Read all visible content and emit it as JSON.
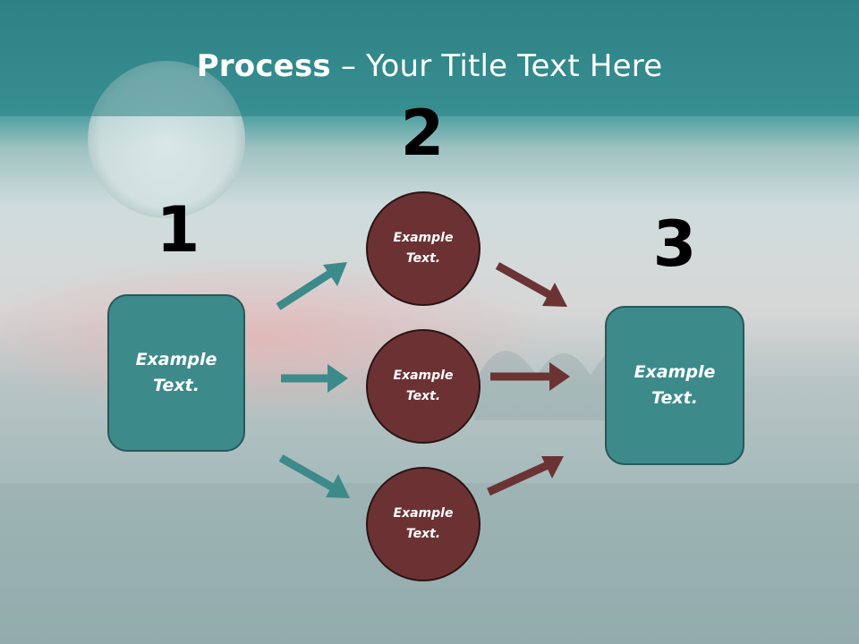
{
  "slide": {
    "title_bold": "Process",
    "title_rest": " – Your Title Text Here"
  },
  "steps": {
    "n1": "1",
    "n2": "2",
    "n3": "3"
  },
  "nodes": {
    "start": "Example\nText.",
    "mid_top": "Example\nText.",
    "mid_middle": "Example\nText.",
    "mid_bottom": "Example\nText.",
    "end": "Example\nText."
  },
  "colors": {
    "teal_box": "#3d8a8b",
    "teal_arrow": "#3d8a8b",
    "maroon_circle": "#6c3233",
    "maroon_arrow": "#6b3334",
    "header_teal": "#2f8486"
  }
}
